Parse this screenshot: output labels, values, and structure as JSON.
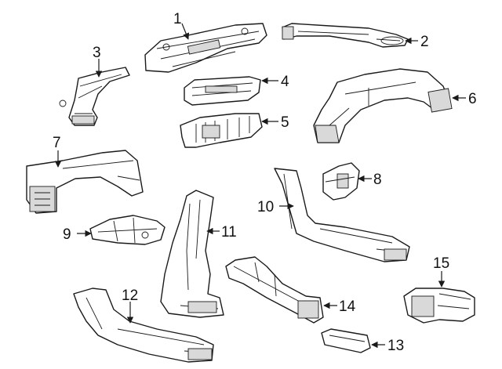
{
  "callouts": [
    "1",
    "2",
    "3",
    "4",
    "5",
    "6",
    "7",
    "8",
    "9",
    "10",
    "11",
    "12",
    "13",
    "14",
    "15"
  ],
  "colors": {
    "line": "#1a1a1a",
    "background": "#ffffff",
    "shade": "#d9d9d9"
  }
}
